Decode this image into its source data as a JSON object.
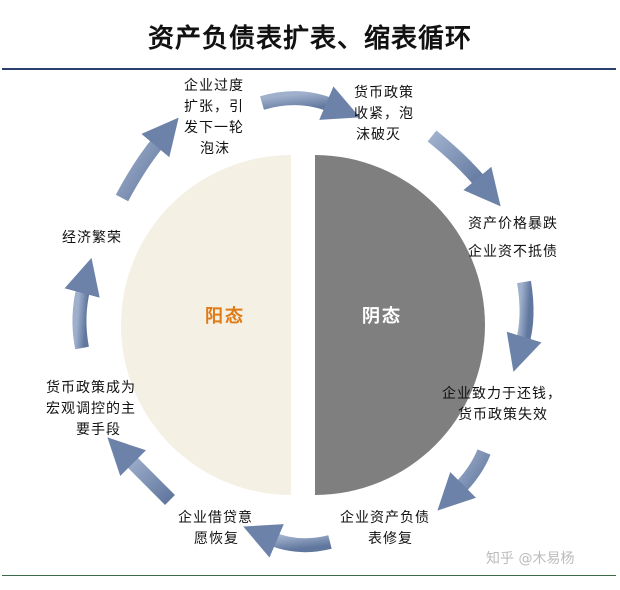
{
  "title": "资产负债表扩表、缩表循环",
  "halves": {
    "yang": "阳态",
    "yin": "阴态"
  },
  "colors": {
    "yang_fill": "#f4f0e4",
    "yin_fill": "#7f7f7f",
    "yang_text": "#e07b16",
    "yin_text": "#ffffff",
    "arrow": "#7e93b6"
  },
  "nodes": {
    "top_left": [
      "企业过度",
      "扩张，引",
      "发下一轮",
      "泡沫"
    ],
    "top_right": [
      "货币政策",
      "收紧，泡",
      "沫破灭"
    ],
    "right_upper": [
      "资产价格暴跌",
      "企业资不抵债"
    ],
    "right_lower": [
      "企业致力于还钱，",
      "货币政策失效"
    ],
    "bottom_right": [
      "企业资产负债",
      "表修复"
    ],
    "bottom_left": [
      "企业借贷意",
      "愿恢复"
    ],
    "left_lower": [
      "货币政策成为",
      "宏观调控的主",
      "要手段"
    ],
    "left_upper": [
      "经济繁荣"
    ]
  },
  "watermark": "知乎 @木易杨"
}
